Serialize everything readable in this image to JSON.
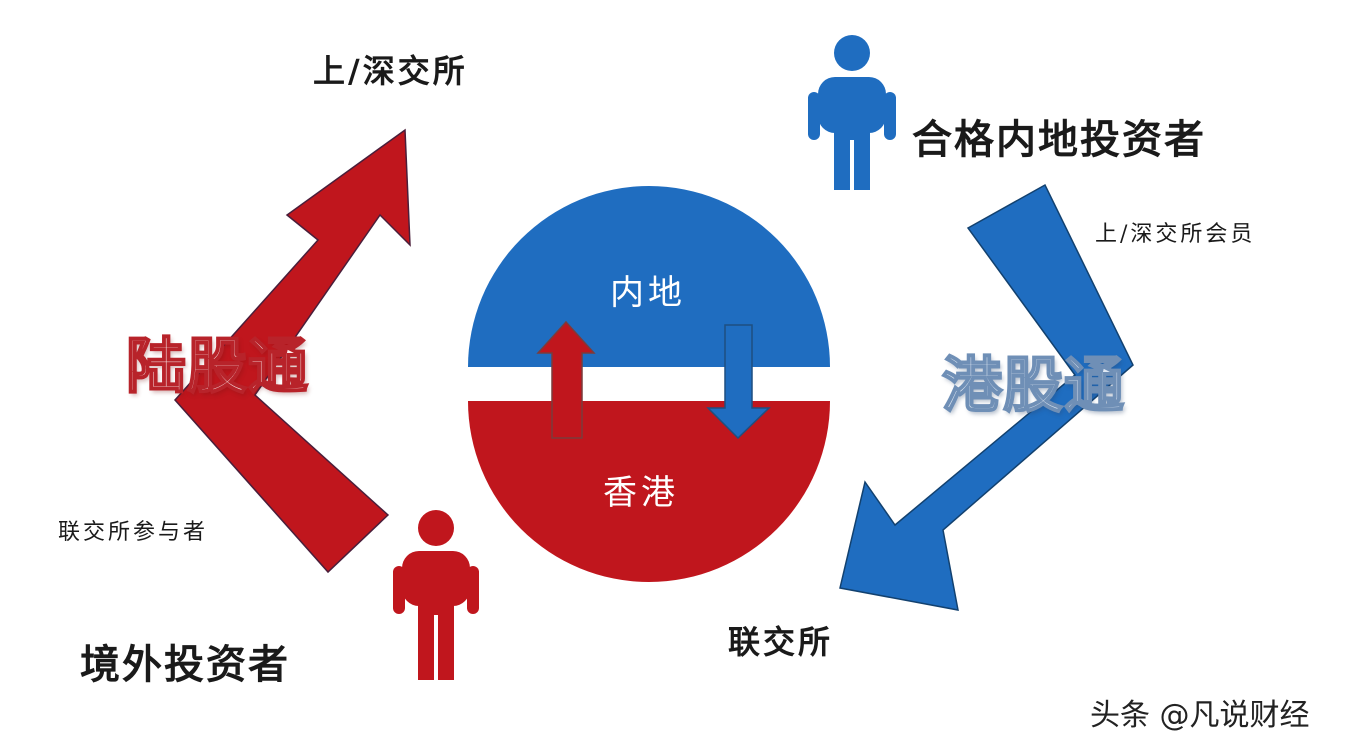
{
  "labels": {
    "sh_sz_exchange": "上/深交所",
    "mainland_investors": "合格内地投资者",
    "sh_sz_members": "上/深交所会员",
    "southbound": "港股通",
    "northbound": "陆股通",
    "participants": "联交所参与者",
    "overseas_investors": "境外投资者",
    "hkex": "联交所"
  },
  "regions": {
    "mainland": "内地",
    "hongkong": "香港"
  },
  "watermark": "头条 @凡说财经",
  "colors": {
    "red": "#c0161d",
    "blue": "#1f6dc0",
    "text": "#1a1a1a",
    "background": "#ffffff"
  },
  "icons": [
    "person-icon-blue",
    "person-icon-red",
    "up-arrow-icon",
    "down-arrow-icon"
  ]
}
